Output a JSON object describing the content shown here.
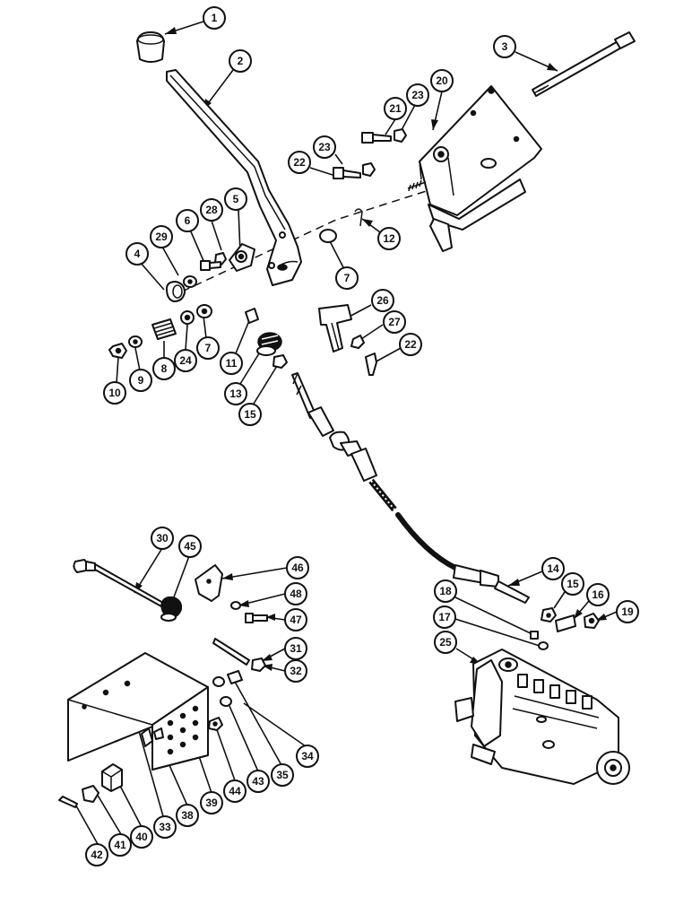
{
  "colors": {
    "ink": "#111111",
    "paper": "#ffffff"
  },
  "callouts": [
    {
      "id": "c1",
      "label": "1"
    },
    {
      "id": "c2",
      "label": "2"
    },
    {
      "id": "c3",
      "label": "3"
    },
    {
      "id": "c4",
      "label": "4"
    },
    {
      "id": "c5",
      "label": "5"
    },
    {
      "id": "c6",
      "label": "6"
    },
    {
      "id": "c7a",
      "label": "7"
    },
    {
      "id": "c7b",
      "label": "7"
    },
    {
      "id": "c8",
      "label": "8"
    },
    {
      "id": "c9",
      "label": "9"
    },
    {
      "id": "c10",
      "label": "10"
    },
    {
      "id": "c11",
      "label": "11"
    },
    {
      "id": "c12",
      "label": "12"
    },
    {
      "id": "c13",
      "label": "13"
    },
    {
      "id": "c14",
      "label": "14"
    },
    {
      "id": "c15a",
      "label": "15"
    },
    {
      "id": "c15b",
      "label": "15"
    },
    {
      "id": "c16",
      "label": "16"
    },
    {
      "id": "c17",
      "label": "17"
    },
    {
      "id": "c18",
      "label": "18"
    },
    {
      "id": "c19",
      "label": "19"
    },
    {
      "id": "c20",
      "label": "20"
    },
    {
      "id": "c21",
      "label": "21"
    },
    {
      "id": "c22a",
      "label": "22"
    },
    {
      "id": "c22b",
      "label": "22"
    },
    {
      "id": "c23a",
      "label": "23"
    },
    {
      "id": "c23b",
      "label": "23"
    },
    {
      "id": "c24",
      "label": "24"
    },
    {
      "id": "c25",
      "label": "25"
    },
    {
      "id": "c26",
      "label": "26"
    },
    {
      "id": "c27",
      "label": "27"
    },
    {
      "id": "c28",
      "label": "28"
    },
    {
      "id": "c29",
      "label": "29"
    },
    {
      "id": "c30",
      "label": "30"
    },
    {
      "id": "c31",
      "label": "31"
    },
    {
      "id": "c32",
      "label": "32"
    },
    {
      "id": "c33",
      "label": "33"
    },
    {
      "id": "c34",
      "label": "34"
    },
    {
      "id": "c35",
      "label": "35"
    },
    {
      "id": "c38",
      "label": "38"
    },
    {
      "id": "c39",
      "label": "39"
    },
    {
      "id": "c40",
      "label": "40"
    },
    {
      "id": "c41",
      "label": "41"
    },
    {
      "id": "c42",
      "label": "42"
    },
    {
      "id": "c43",
      "label": "43"
    },
    {
      "id": "c44",
      "label": "44"
    },
    {
      "id": "c45",
      "label": "45"
    },
    {
      "id": "c46",
      "label": "46"
    },
    {
      "id": "c47",
      "label": "47"
    },
    {
      "id": "c48",
      "label": "48"
    }
  ]
}
